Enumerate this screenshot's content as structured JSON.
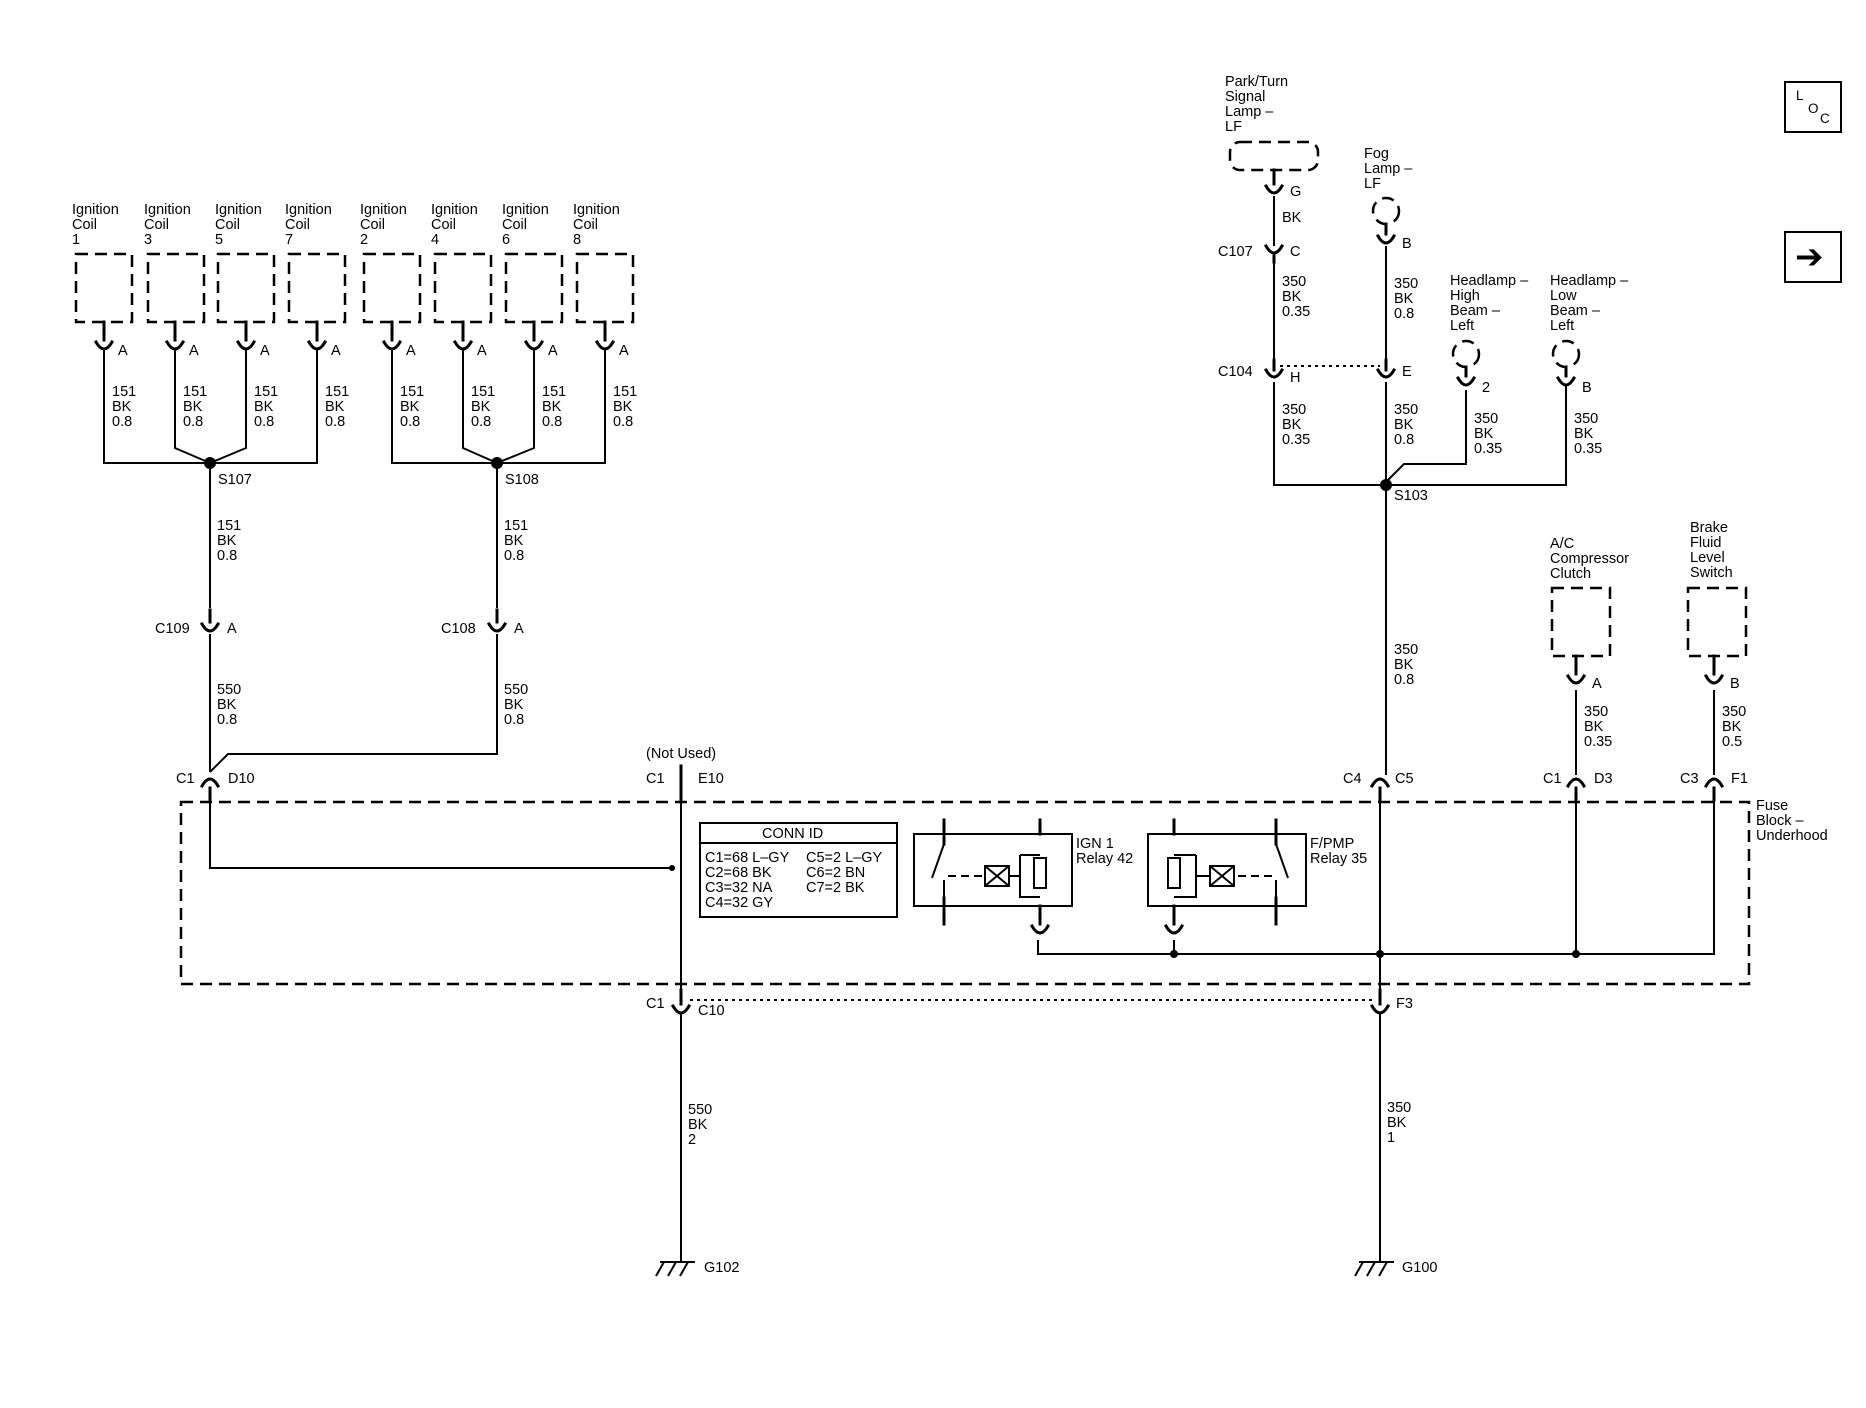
{
  "nav": {
    "loc_l": "L",
    "loc_o": "O",
    "loc_c": "C",
    "next_arrow": "➔"
  },
  "icons": {
    "loc": "loc-icon",
    "next": "arrow-right-icon"
  },
  "ignition_coils": [
    {
      "line1": "Ignition",
      "line2": "Coil",
      "num": "1"
    },
    {
      "line1": "Ignition",
      "line2": "Coil",
      "num": "3"
    },
    {
      "line1": "Ignition",
      "line2": "Coil",
      "num": "5"
    },
    {
      "line1": "Ignition",
      "line2": "Coil",
      "num": "7"
    },
    {
      "line1": "Ignition",
      "line2": "Coil",
      "num": "2"
    },
    {
      "line1": "Ignition",
      "line2": "Coil",
      "num": "4"
    },
    {
      "line1": "Ignition",
      "line2": "Coil",
      "num": "6"
    },
    {
      "line1": "Ignition",
      "line2": "Coil",
      "num": "8"
    }
  ],
  "coil_terminal": "A",
  "coil_wire": {
    "circuit": "151",
    "color": "BK",
    "gauge": "0.8"
  },
  "splices": {
    "s107": "S107",
    "s108": "S108",
    "s103": "S103"
  },
  "trunk_151": {
    "circuit": "151",
    "color": "BK",
    "gauge": "0.8"
  },
  "inline": {
    "c109": "C109",
    "c109_pin": "A",
    "c108": "C108",
    "c108_pin": "A",
    "c107": "C107",
    "c107_pin": "C",
    "c104": "C104",
    "c104_pin_h": "H",
    "c104_pin_e": "E"
  },
  "wire_550_08": {
    "circuit": "550",
    "color": "BK",
    "gauge": "0.8"
  },
  "park_turn": {
    "l1": "Park/Turn",
    "l2": "Signal",
    "l3": "Lamp –",
    "l4": "LF",
    "pin": "G",
    "wire_color": "BK"
  },
  "fog_lamp": {
    "l1": "Fog",
    "l2": "Lamp –",
    "l3": "LF",
    "pin": "B"
  },
  "wire_350_035": {
    "circuit": "350",
    "color": "BK",
    "gauge": "0.35"
  },
  "wire_350_08": {
    "circuit": "350",
    "color": "BK",
    "gauge": "0.8"
  },
  "wire_350_05": {
    "circuit": "350",
    "color": "BK",
    "gauge": "0.5"
  },
  "wire_350_1": {
    "circuit": "350",
    "color": "BK",
    "gauge": "1"
  },
  "wire_550_2": {
    "circuit": "550",
    "color": "BK",
    "gauge": "2"
  },
  "hl_high": {
    "l1": "Headlamp –",
    "l2": "High",
    "l3": "Beam –",
    "l4": "Left",
    "pin": "2"
  },
  "hl_low": {
    "l1": "Headlamp –",
    "l2": "Low",
    "l3": "Beam –",
    "l4": "Left",
    "pin": "B"
  },
  "ac_clutch": {
    "l1": "A/C",
    "l2": "Compressor",
    "l3": "Clutch",
    "pin": "A"
  },
  "brake_switch": {
    "l1": "Brake",
    "l2": "Fluid",
    "l3": "Level",
    "l4": "Switch",
    "pin": "B"
  },
  "fuse_block": {
    "l1": "Fuse",
    "l2": "Block –",
    "l3": "Underhood",
    "not_used": "(Not Used)",
    "c1": "C1",
    "c3": "C3",
    "c4": "C4",
    "d10": "D10",
    "e10": "E10",
    "c5": "C5",
    "d3": "D3",
    "f1": "F1",
    "c10": "C10",
    "f3": "F3"
  },
  "conn_id": {
    "title": "CONN ID",
    "rows": [
      [
        "C1=68 L–GY",
        "C5=2 L–GY"
      ],
      [
        "C2=68 BK",
        "C6=2 BN"
      ],
      [
        "C3=32 NA",
        "C7=2 BK"
      ],
      [
        "C4=32 GY",
        ""
      ]
    ]
  },
  "relays": {
    "ign1_l1": "IGN 1",
    "ign1_l2": "Relay 42",
    "fpmp_l1": "F/PMP",
    "fpmp_l2": "Relay 35"
  },
  "grounds": {
    "g102": "G102",
    "g100": "G100"
  }
}
